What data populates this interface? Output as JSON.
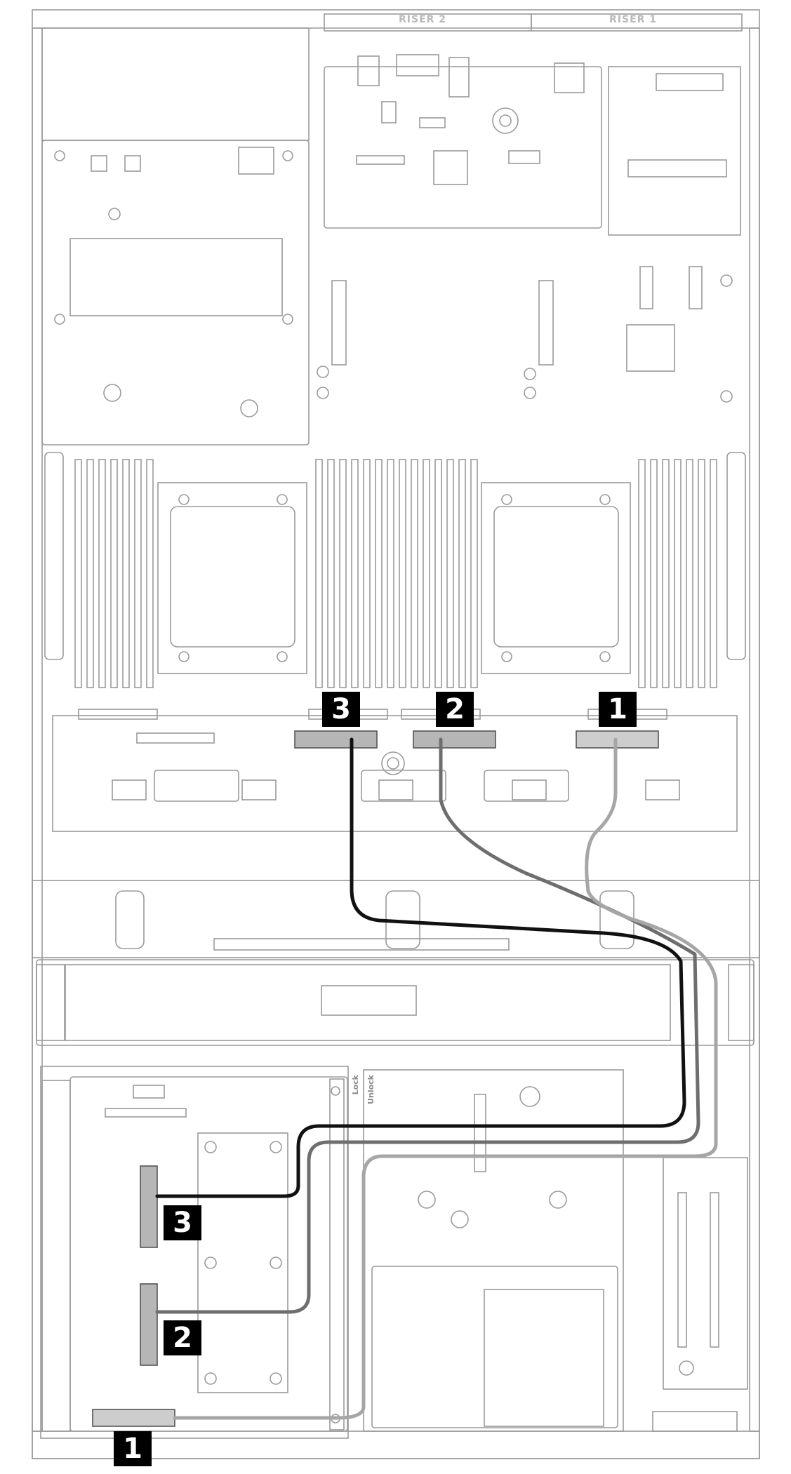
{
  "riser_labels": {
    "riser2": "RISER 2",
    "riser1": "RISER 1"
  },
  "latch_labels": {
    "lock": "Lock",
    "unlock": "Unlock"
  },
  "callouts": {
    "top_3": "3",
    "top_2": "2",
    "top_1": "1",
    "bottom_3": "3",
    "bottom_2": "2",
    "bottom_1": "1"
  },
  "cable_colors": {
    "cable_1": "#a6a6a6",
    "cable_2": "#6e6e6e",
    "cable_3": "#111111"
  }
}
